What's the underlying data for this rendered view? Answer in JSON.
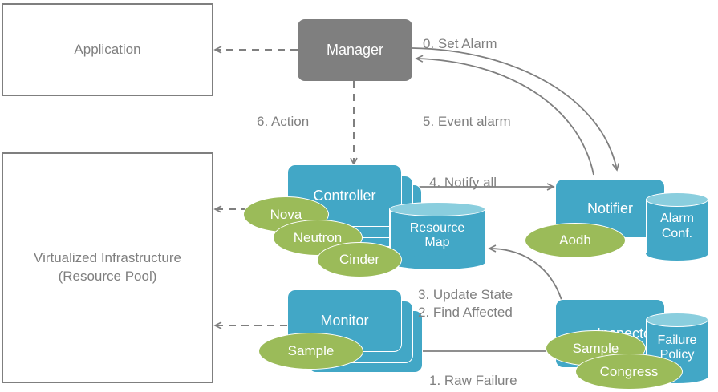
{
  "diagram": {
    "title_text": "",
    "colors": {
      "teal": "#42A7C6",
      "teal_light": "#8ACEDE",
      "green": "#9BBB59",
      "gray": "#7f7f7f",
      "text_gray": "#808080",
      "white": "#ffffff"
    }
  },
  "boxes": {
    "application": {
      "label": "Application"
    },
    "infrastructure": {
      "label": "Virtualized  Infrastructure\n(Resource Pool)"
    },
    "manager": {
      "label": "Manager"
    },
    "controller": {
      "label": "Controller"
    },
    "monitor": {
      "label": "Monitor"
    },
    "notifier": {
      "label": "Notifier"
    },
    "inspector": {
      "label": "Inspector"
    }
  },
  "datastores": {
    "resource_map": {
      "label": "Resource\nMap"
    },
    "alarm_conf": {
      "label": "Alarm\nConf."
    },
    "failure_policy": {
      "label": "Failure\nPolicy"
    }
  },
  "tags": {
    "nova": {
      "label": "Nova"
    },
    "neutron": {
      "label": "Neutron"
    },
    "cinder": {
      "label": "Cinder"
    },
    "aodh": {
      "label": "Aodh"
    },
    "monitor_sample": {
      "label": "Sample"
    },
    "inspector_sample": {
      "label": "Sample"
    },
    "congress": {
      "label": "Congress"
    }
  },
  "flows": [
    {
      "id": "set-alarm",
      "label": "0. Set Alarm"
    },
    {
      "id": "raw-failure",
      "label": "1. Raw Failure"
    },
    {
      "id": "find-affected",
      "label": "2. Find Affected"
    },
    {
      "id": "update-state",
      "label": "3. Update State"
    },
    {
      "id": "notify-all",
      "label": "4. Notify all"
    },
    {
      "id": "event-alarm",
      "label": "5. Event alarm"
    },
    {
      "id": "action",
      "label": "6. Action"
    }
  ],
  "flow_labels": {
    "set_alarm": "0. Set Alarm",
    "raw_failure": "1. Raw Failure",
    "update_find": "3. Update State\n2. Find Affected",
    "notify_all": "4. Notify all",
    "event_alarm": "5. Event alarm",
    "action": "6. Action"
  }
}
